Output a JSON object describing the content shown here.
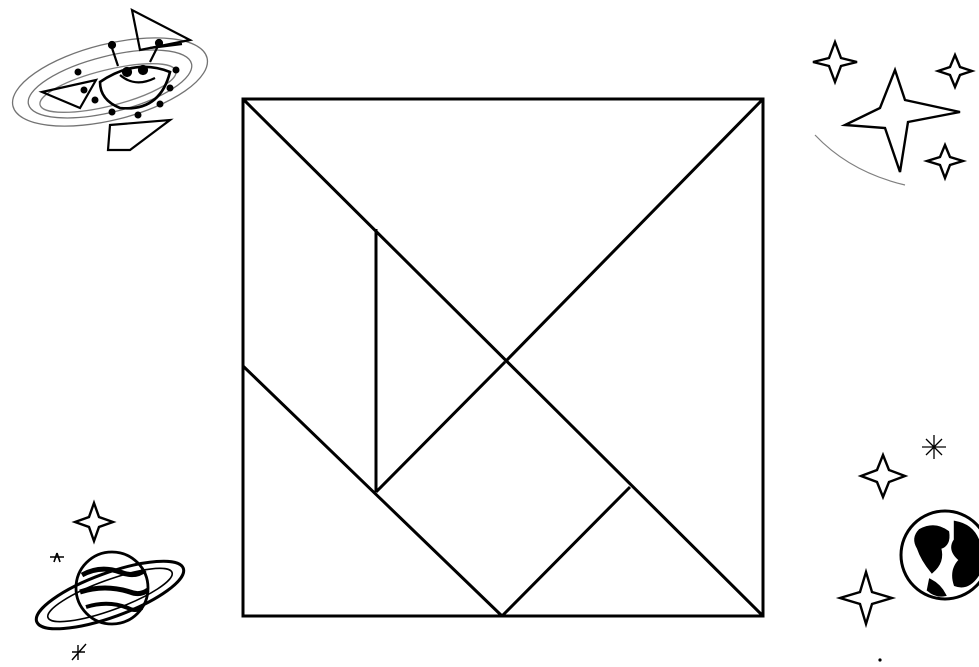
{
  "page": {
    "background": "#ffffff",
    "ink": "#000000"
  },
  "puzzle": {
    "kind": "tangram square",
    "piece_count": 7,
    "pieces": [
      "large-triangle-top",
      "large-triangle-right",
      "medium-triangle-bottom-left",
      "small-triangle-left",
      "small-triangle-bottom",
      "square",
      "parallelogram"
    ]
  },
  "decorations": [
    "robot-spaceship-icon",
    "sparkle-stars-icon",
    "ringed-planet-icon",
    "earth-globe-icon"
  ]
}
